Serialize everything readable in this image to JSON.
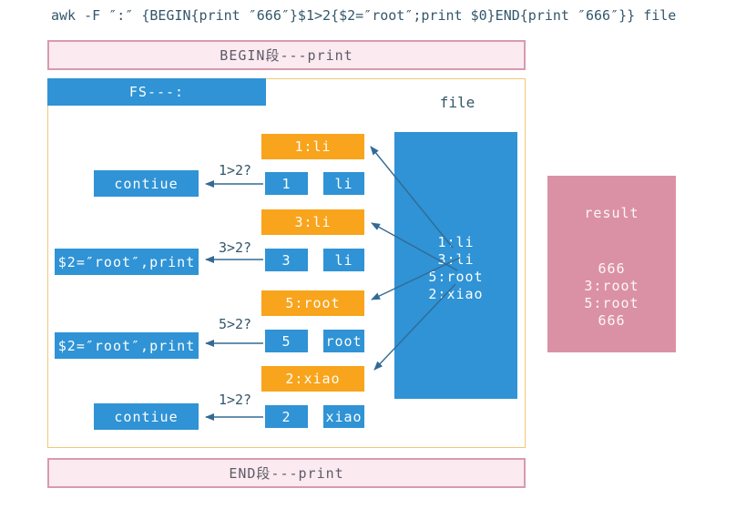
{
  "command": "awk -F ″:″ {BEGIN{print ″666″}$1>2{$2=″root″;print $0}END{print ″666″}} file",
  "banners": {
    "begin": "BEGIN段---print",
    "end": "END段---print"
  },
  "fs_label": "FS---:",
  "file_label": "file",
  "file_box": {
    "lines": [
      "1:li",
      "3:li",
      "5:root",
      "2:xiao"
    ]
  },
  "rows": [
    {
      "record": "1:li",
      "condition": "1>2?",
      "field1": "1",
      "field2": "li",
      "action": "contiue"
    },
    {
      "record": "3:li",
      "condition": "3>2?",
      "field1": "3",
      "field2": "li",
      "action": "$2=″root″,print"
    },
    {
      "record": "5:root",
      "condition": "5>2?",
      "field1": "5",
      "field2": "root",
      "action": "$2=″root″,print"
    },
    {
      "record": "2:xiao",
      "condition": "1>2?",
      "field1": "2",
      "field2": "xiao",
      "action": "contiue"
    }
  ],
  "result": {
    "title": "result",
    "lines": [
      "666",
      "3:root",
      "5:root",
      "666"
    ]
  },
  "colors": {
    "box_blue": "#2F93D5",
    "box_orange": "#F8A41C",
    "result_rose": "#DB91A5",
    "banner_bg": "#FBEAEF",
    "banner_border": "#D79BAE",
    "diagram_border": "#F2C879",
    "arrow": "#336A94",
    "dark_text": "#33576B"
  }
}
